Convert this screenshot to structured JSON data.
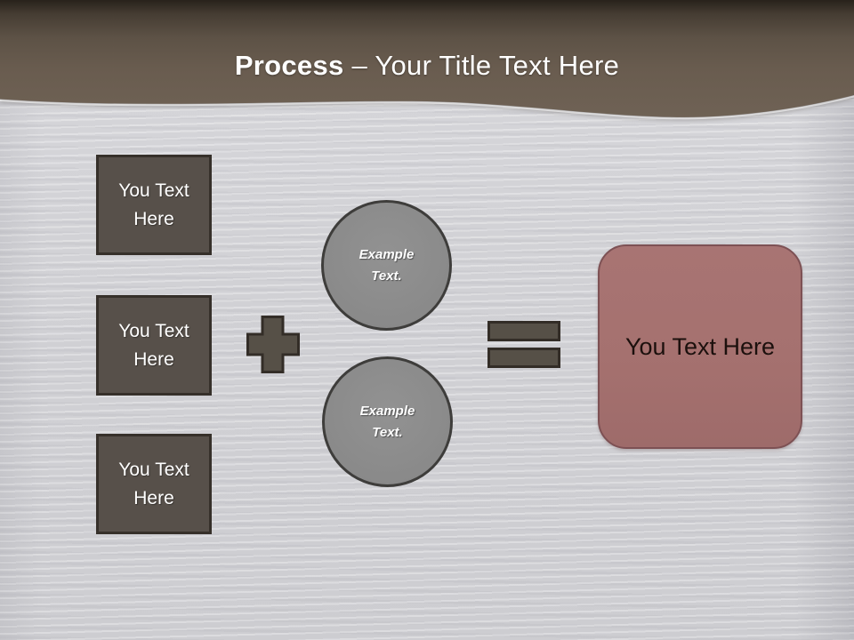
{
  "header": {
    "title_bold": "Process",
    "title_rest": " – Your Title Text Here"
  },
  "diagram": {
    "input_boxes": [
      {
        "label": "You Text Here"
      },
      {
        "label": "You Text Here"
      },
      {
        "label": "You Text Here"
      }
    ],
    "operators": [
      {
        "icon": "plus-icon",
        "meaning": "+"
      },
      {
        "icon": "equals-icon",
        "meaning": "="
      }
    ],
    "circles": [
      {
        "label": "Example Text."
      },
      {
        "label": "Example Text."
      }
    ],
    "result_box": {
      "label": "You Text Here"
    }
  },
  "colors": {
    "header_brown_top": "#28221b",
    "header_brown_bottom": "#6f6255",
    "title_text": "#ffffff",
    "box_fill": "#57504a",
    "box_border": "#36302a",
    "operator_fill": "#565047",
    "operator_border": "#332d27",
    "circle_fill": "#8b8b8b",
    "circle_border": "#3e3d3b",
    "circle_text": "#ffffff",
    "result_fill": "#a5716f",
    "result_border": "#7d5154",
    "result_text": "#1c100d",
    "background": "#d1d1d5"
  }
}
